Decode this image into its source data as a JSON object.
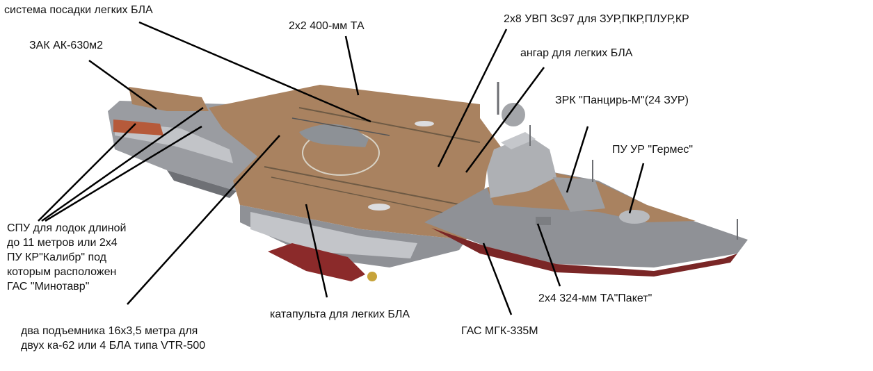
{
  "labels": {
    "landing_system": "система посадки легких БЛА",
    "torpedo_tubes_400": "2х2 400-мм ТА",
    "vls": "2х8 УВП 3с97 для ЗУР,ПКР,ПЛУР,КР",
    "hangar": "ангар для легких БЛА",
    "ciws": "ЗАК АК-630м2",
    "sam": "ЗРК \"Панцирь-М\"(24 ЗУР)",
    "hermes": "ПУ УР \"Гермес\"",
    "launcher_lines": [
      "СПУ для лодок длиной",
      "до 11 метров или 2х4",
      "ПУ КР\"Калибр\" под",
      "которым расположен",
      "ГАС \"Минотавр\""
    ],
    "paket": "2х4 324-мм ТА\"Пакет\"",
    "catapult": "катапульта для легких БЛА",
    "sonar": "ГАС МГК-335М",
    "elevators_lines": [
      "два подъемника 16х3,5 метра для",
      "двух ка-62 или 4 БЛА типа VTR-500"
    ]
  },
  "colors": {
    "deck": "#a98260",
    "hull": "#8f9196",
    "hull_light": "#b9bbbf",
    "underwater": "#8b2a2a",
    "leader_line": "#000000"
  }
}
